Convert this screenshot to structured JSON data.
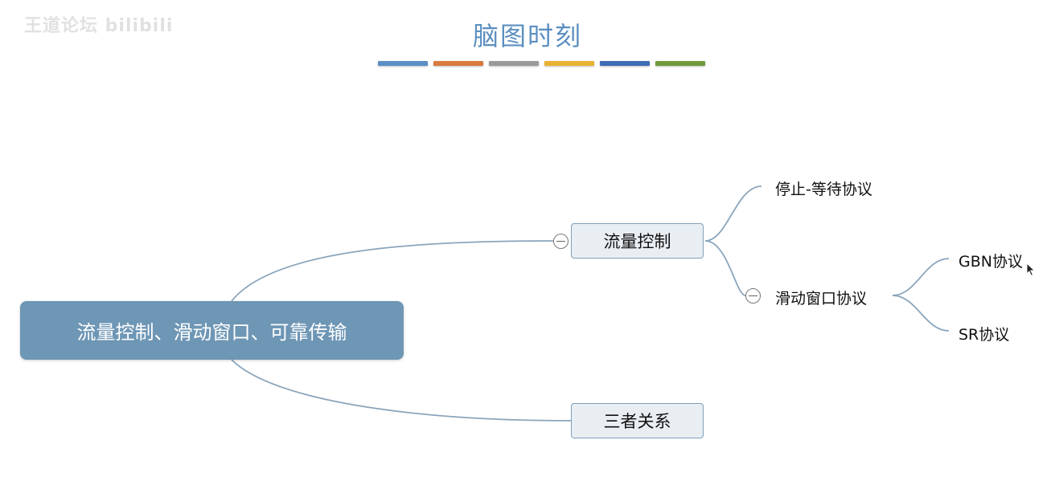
{
  "watermark": "王道论坛 bilibili",
  "title": "脑图时刻",
  "color_bar": [
    "#5b8fc4",
    "#d97a3e",
    "#9a9a9a",
    "#e8b234",
    "#3f6cb5",
    "#6f9a3e"
  ],
  "mindmap": {
    "root": "流量控制、滑动窗口、可靠传输",
    "branches": [
      {
        "label": "流量控制",
        "children": [
          {
            "label": "停止-等待协议"
          },
          {
            "label": "滑动窗口协议",
            "children": [
              {
                "label": "GBN协议"
              },
              {
                "label": "SR协议"
              }
            ]
          }
        ]
      },
      {
        "label": "三者关系"
      }
    ]
  },
  "icons": {
    "collapse": "collapse-minus-icon",
    "cursor": "mouse-cursor-icon"
  }
}
